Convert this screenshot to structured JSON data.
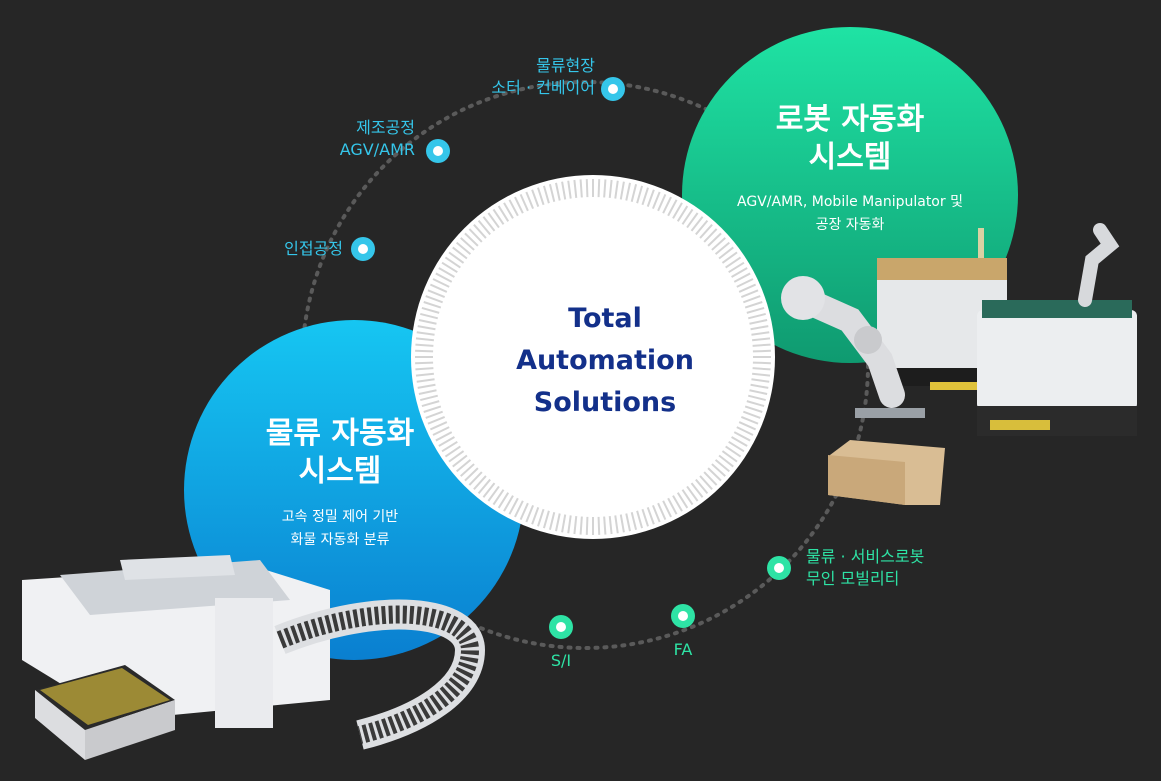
{
  "center": {
    "line1": "Total",
    "line2": "Automation",
    "line3": "Solutions"
  },
  "logistics": {
    "title1": "물류 자동화",
    "title2": "시스템",
    "sub1": "고속 정밀 제어 기반",
    "sub2": "화물 자동화 분류"
  },
  "robot": {
    "title1": "로봇 자동화",
    "title2": "시스템",
    "sub1": "AGV/AMR, Mobile Manipulator 및",
    "sub2": "공장 자동화"
  },
  "nodes": {
    "logistics_site": {
      "line1": "물류현장",
      "line2": "소터 · 컨베이어"
    },
    "manufacturing": {
      "line1": "제조공정",
      "line2": "AGV/AMR"
    },
    "adjacent": {
      "line1": "인접공정"
    },
    "si": {
      "line1": "S/I"
    },
    "fa": {
      "line1": "FA"
    },
    "service_robot": {
      "line1": "물류 · 서비스로봇",
      "line2": "무인 모빌리티"
    }
  },
  "colors": {
    "background": "#262626",
    "cyan": "#35c6ea",
    "green": "#2ee3a5",
    "navy": "#13308a"
  }
}
